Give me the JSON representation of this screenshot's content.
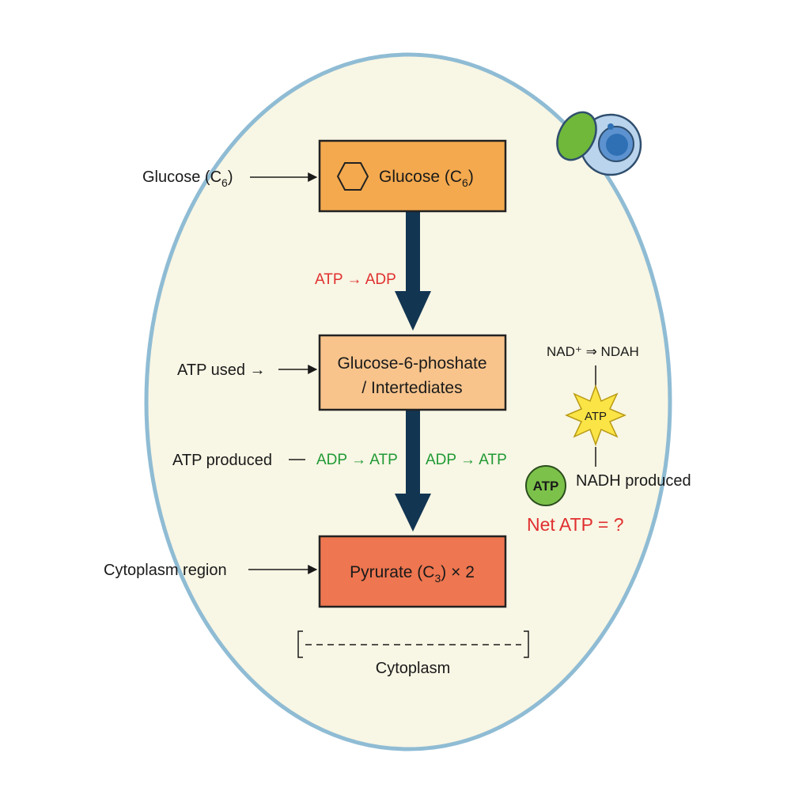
{
  "boxes": {
    "glucose": {
      "text_main": "Glucose (C",
      "sub": "6",
      "text_end": ")"
    },
    "intermediate": {
      "line1": "Glucose-6-phoshate",
      "line2": "/ Intertediates"
    },
    "pyruvate": {
      "text_main": "Pyrurate (C",
      "sub": "3",
      "text_end": ") × 2"
    }
  },
  "left_labels": {
    "glucose": {
      "text_main": "Glucose (C",
      "sub": "6",
      "text_end": ")"
    },
    "atp_used": "ATP used →",
    "atp_produced": "ATP produced",
    "cytoplasm_region": "Cytoplasm region"
  },
  "reactions": {
    "atp_to_adp": "ATP → ADP",
    "adp_to_atp_left": "ADP → ATP",
    "adp_to_atp_right": "ADP → ATP"
  },
  "right_panel": {
    "nad_label": "NAD⁺ ⇒ NDAH",
    "star_label": "ATP",
    "badge_label": "ATP",
    "nadh_produced": "NADH produced",
    "net_atp": "Net ATP = ?"
  },
  "cytoplasm_label": "Cytoplasm",
  "colors": {
    "cell_fill": "#f8f6e4",
    "cell_stroke": "#8fbcd4",
    "glucose_box": "#f4a94e",
    "intermediate_box": "#f8c48c",
    "pyruvate_box": "#ee7650",
    "arrow": "#123552",
    "red": "#e03030",
    "green": "#1f9a35"
  },
  "icons": [
    "hexagon-icon",
    "cell-icon",
    "star-burst-icon",
    "atp-badge-icon"
  ]
}
